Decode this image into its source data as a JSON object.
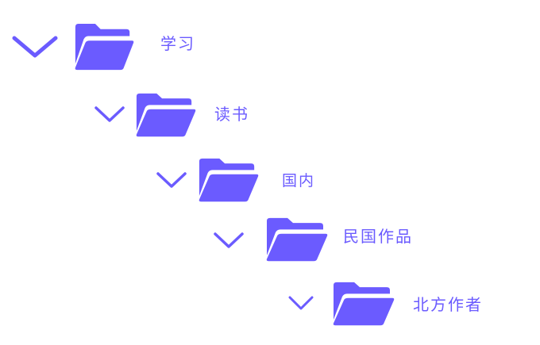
{
  "accent_color": "#6b5bff",
  "icons": {
    "expand": "chevron-down-icon",
    "folder": "folder-open-icon"
  },
  "tree": {
    "items": [
      {
        "label": "学习",
        "level": 1,
        "expanded": true
      },
      {
        "label": "读书",
        "level": 2,
        "expanded": true
      },
      {
        "label": "国内",
        "level": 3,
        "expanded": true
      },
      {
        "label": "民国作品",
        "level": 4,
        "expanded": true
      },
      {
        "label": "北方作者",
        "level": 5,
        "expanded": true
      }
    ]
  }
}
